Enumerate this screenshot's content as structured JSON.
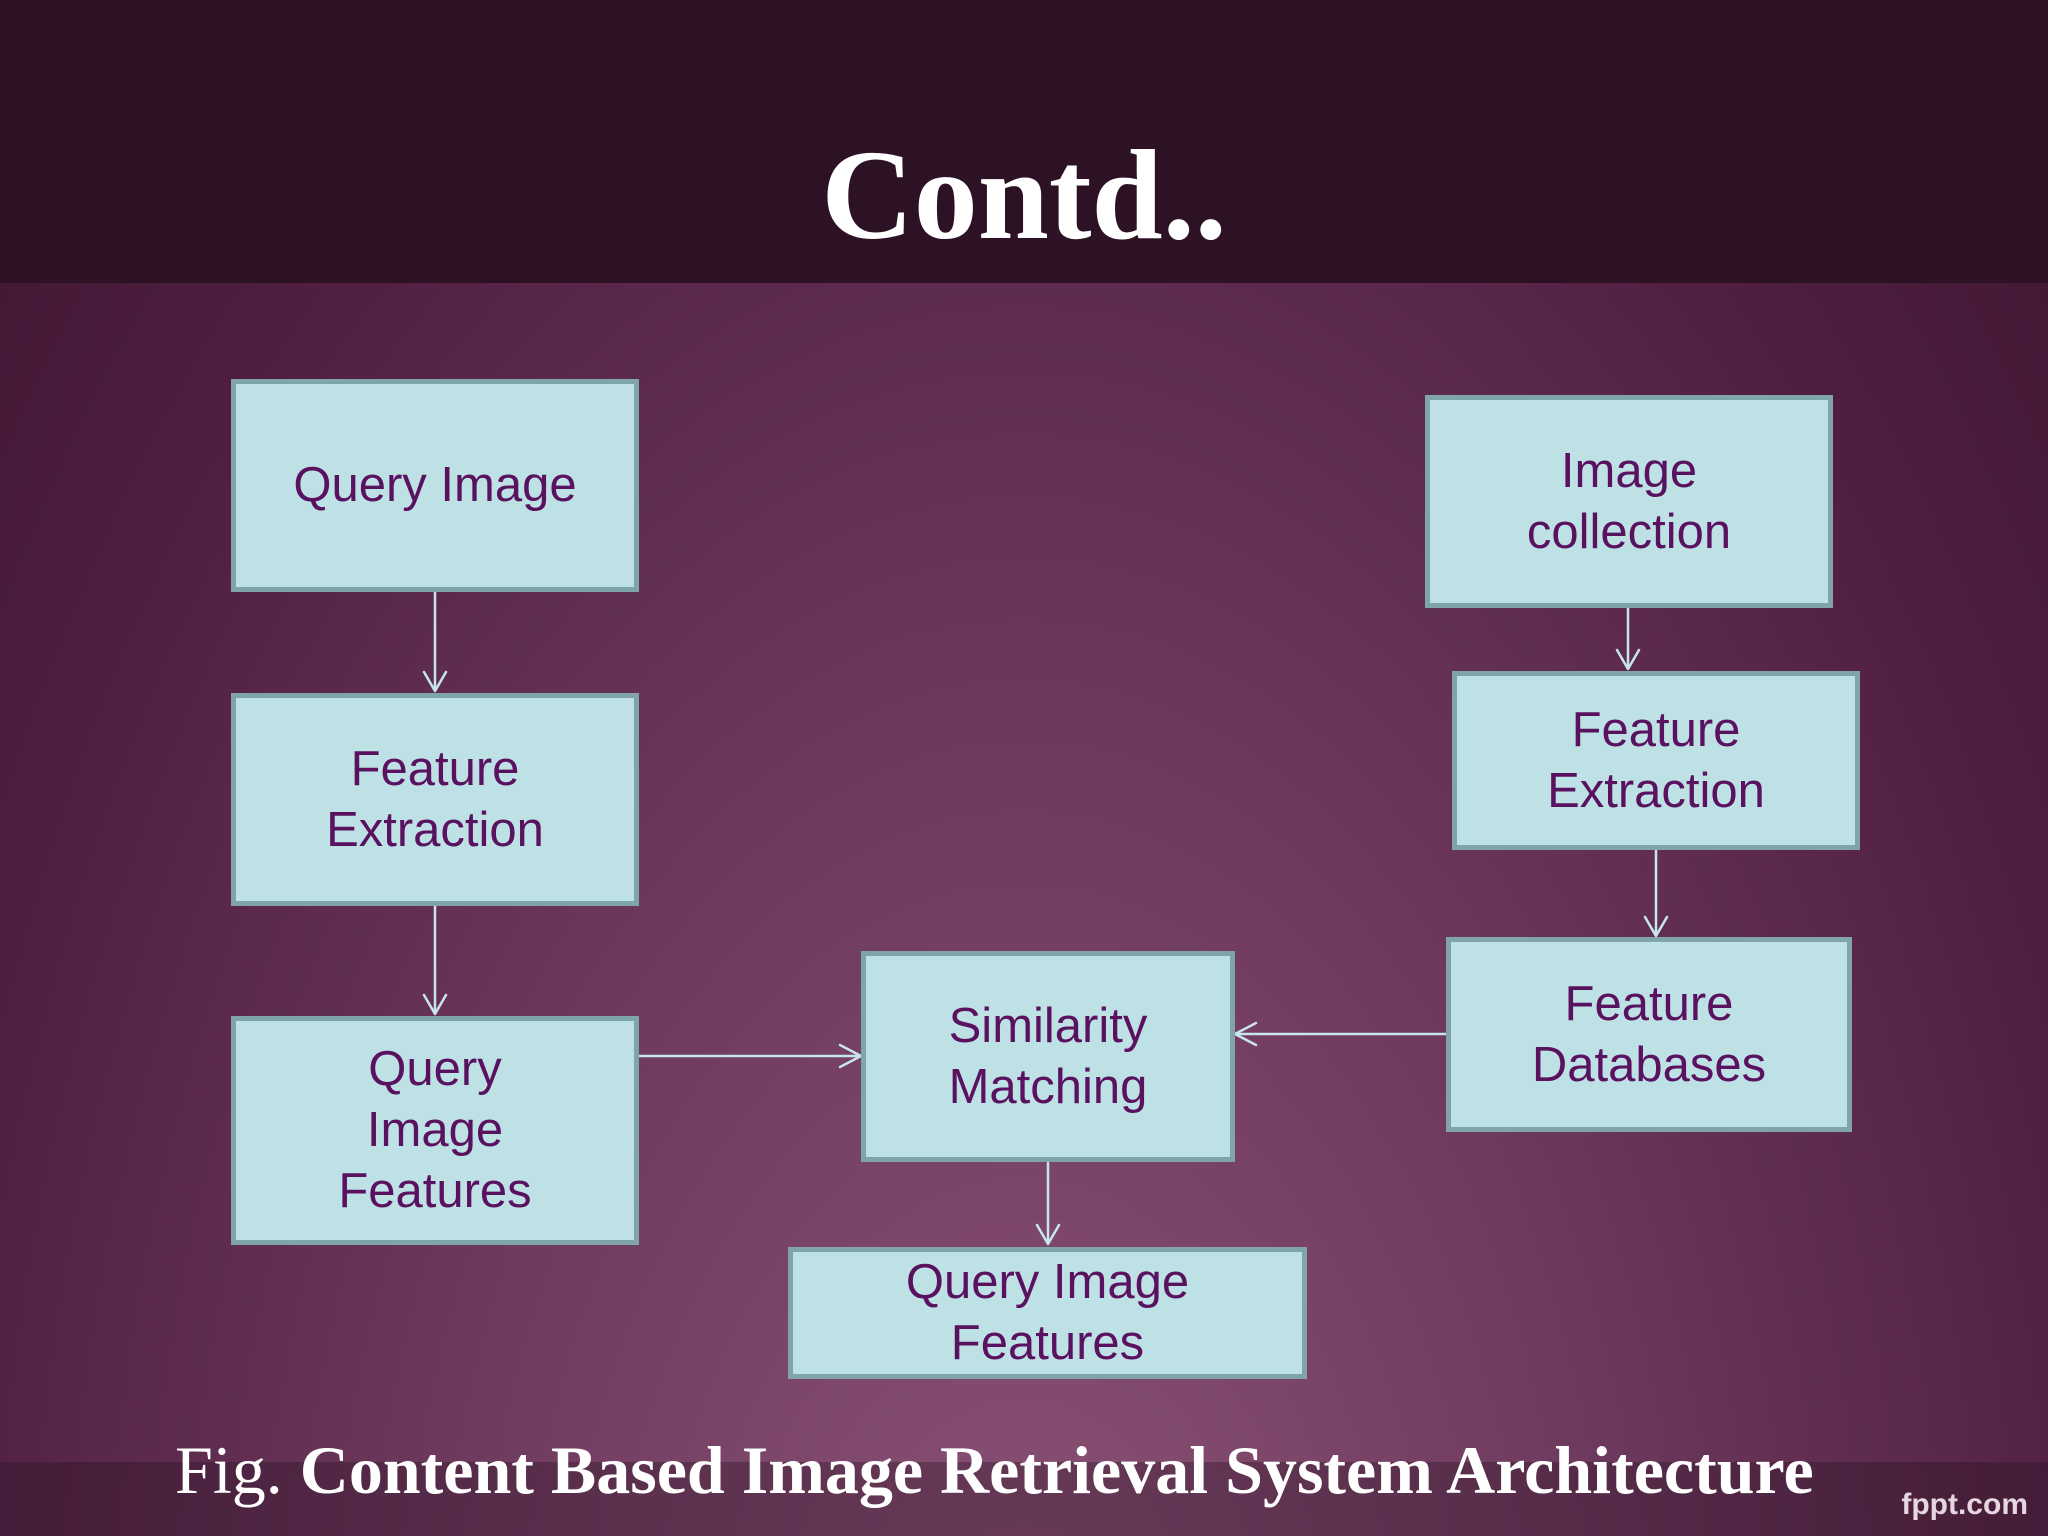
{
  "slide": {
    "title": "Contd..",
    "caption_prefix": "Fig. ",
    "caption_bold": "Content Based Image Retrieval System Architecture",
    "watermark": "fppt.com"
  },
  "diagram": {
    "nodes": [
      {
        "id": "query-image",
        "label": "Query Image"
      },
      {
        "id": "feature-extraction-left",
        "label": "Feature\nExtraction"
      },
      {
        "id": "query-image-features-left",
        "label": "Query\nImage\nFeatures"
      },
      {
        "id": "similarity-matching",
        "label": "Similarity\nMatching"
      },
      {
        "id": "query-image-features-bottom",
        "label": "Query Image\nFeatures"
      },
      {
        "id": "image-collection",
        "label": "Image\ncollection"
      },
      {
        "id": "feature-extraction-right",
        "label": "Feature\nExtraction"
      },
      {
        "id": "feature-databases",
        "label": "Feature\nDatabases"
      }
    ],
    "edges": [
      {
        "from": "query-image",
        "to": "feature-extraction-left"
      },
      {
        "from": "feature-extraction-left",
        "to": "query-image-features-left"
      },
      {
        "from": "query-image-features-left",
        "to": "similarity-matching"
      },
      {
        "from": "image-collection",
        "to": "feature-extraction-right"
      },
      {
        "from": "feature-extraction-right",
        "to": "feature-databases"
      },
      {
        "from": "feature-databases",
        "to": "similarity-matching"
      },
      {
        "from": "similarity-matching",
        "to": "query-image-features-bottom"
      }
    ],
    "colors": {
      "box_fill": "#bde1e4",
      "box_border": "#7fa5a8",
      "box_text": "#5a1260",
      "arrow": "#c8e6ea"
    }
  }
}
